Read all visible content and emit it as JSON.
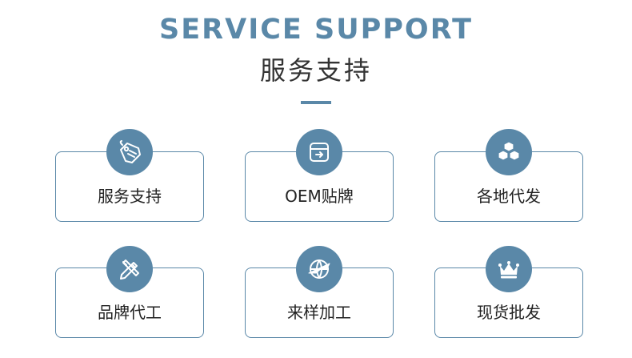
{
  "header": {
    "title_en": "SERVICE SUPPORT",
    "title_cn": "服务支持"
  },
  "colors": {
    "accent": "#5a88a8",
    "text": "#222222",
    "background": "#ffffff"
  },
  "cards": [
    {
      "label": "服务支持",
      "icon": "tag-icon"
    },
    {
      "label": "OEM贴牌",
      "icon": "box-icon"
    },
    {
      "label": "各地代发",
      "icon": "cubes-icon"
    },
    {
      "label": "品牌代工",
      "icon": "pencil-ruler-icon"
    },
    {
      "label": "来样加工",
      "icon": "airplane-globe-icon"
    },
    {
      "label": "现货批发",
      "icon": "crown-icon"
    }
  ]
}
